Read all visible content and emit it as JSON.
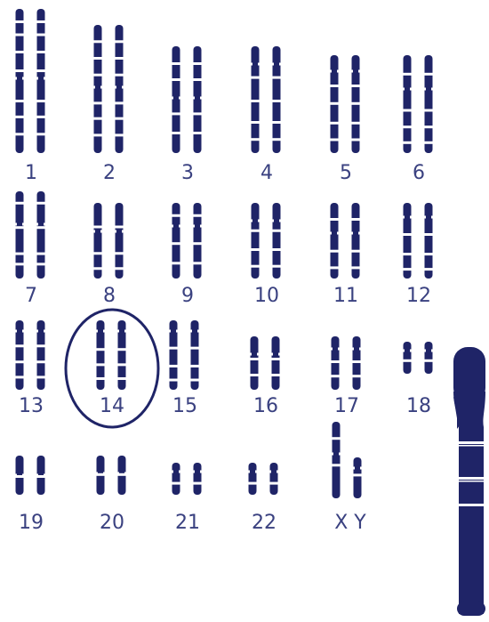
{
  "colors": {
    "chromosome": "#1f2467",
    "band": "#ffffff",
    "label": "#3a4180",
    "highlight": "#1f2467"
  },
  "labels": [
    "1",
    "2",
    "3",
    "4",
    "5",
    "6",
    "7",
    "8",
    "9",
    "10",
    "11",
    "12",
    "13",
    "14",
    "15",
    "16",
    "17",
    "18",
    "19",
    "20",
    "21",
    "22",
    "X Y"
  ],
  "highlighted_chromosome": "14",
  "detail_chromosome": "14"
}
